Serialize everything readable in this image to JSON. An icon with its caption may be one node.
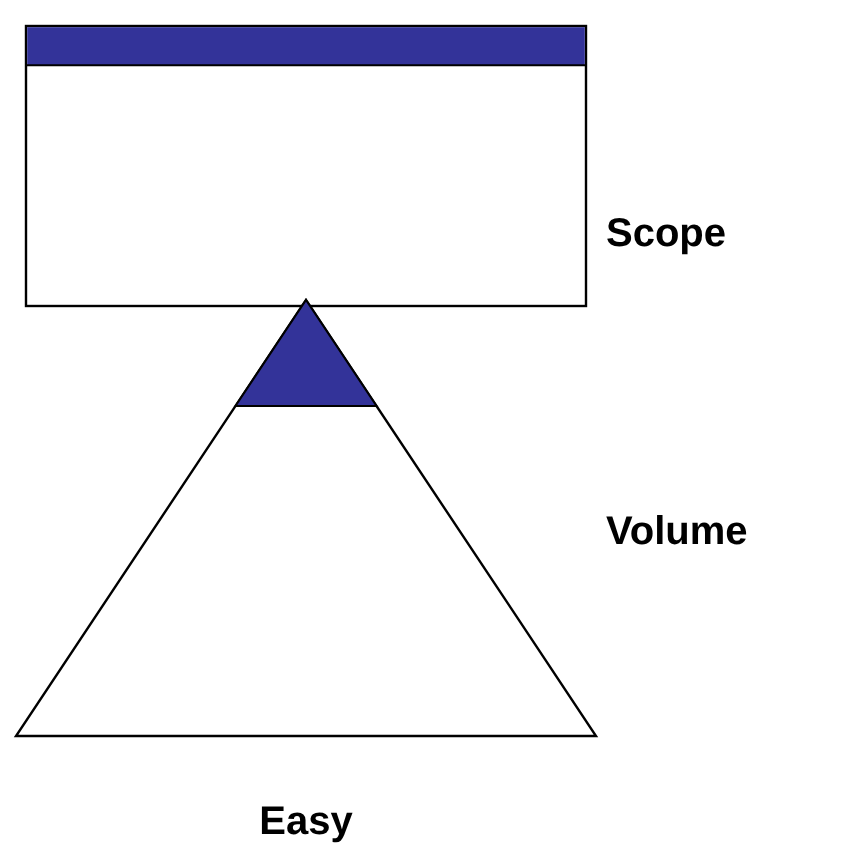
{
  "diagram": {
    "nodes": [
      {
        "text": [],
        "shape": "box",
        "beside": [
          "Scope"
        ]
      },
      {
        "text": [],
        "shape": "triangle",
        "beside": [
          "Volume"
        ]
      }
    ],
    "labels": [
      "Easy"
    ]
  }
}
